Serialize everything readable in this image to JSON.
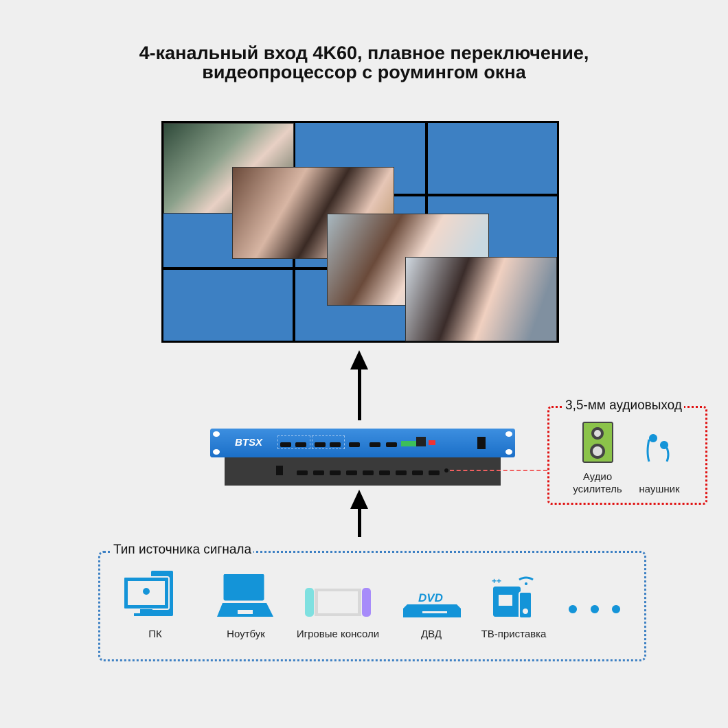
{
  "title": {
    "line1": "4-канальный вход 4K60, плавное переключение,",
    "line2": "видеопроцессор с роумингом окна"
  },
  "device": {
    "brand": "BTSX"
  },
  "audio": {
    "title": "3,5-мм аудиовыход",
    "items": [
      {
        "label": "Аудио усилитель",
        "icon": "speaker-icon"
      },
      {
        "label": "наушник",
        "icon": "earphones-icon"
      }
    ]
  },
  "sources": {
    "title": "Тип источника сигнала",
    "items": [
      {
        "label": "ПК",
        "icon": "pc-icon"
      },
      {
        "label": "Ноутбук",
        "icon": "laptop-icon"
      },
      {
        "label": "Игровые консоли",
        "icon": "game-console-icon"
      },
      {
        "label": "ДВД",
        "icon": "dvd-icon"
      },
      {
        "label": "ТВ-приставка",
        "icon": "tv-box-icon"
      }
    ]
  },
  "colors": {
    "wall": "#3d80c3",
    "accent": "#1494d8",
    "audio_border": "#e01010"
  }
}
